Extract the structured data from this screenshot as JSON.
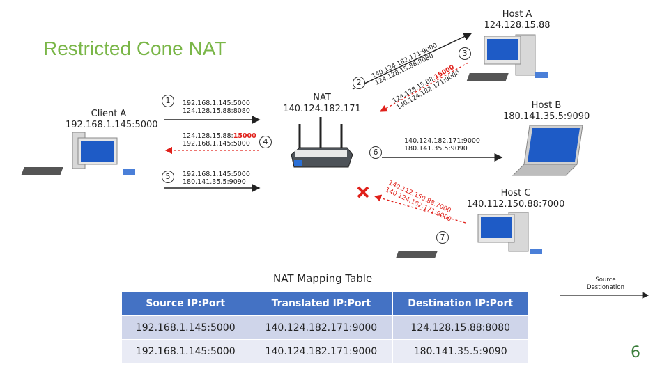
{
  "title": "Restricted Cone NAT",
  "nodes": {
    "client_a": {
      "name": "Client A",
      "addr": "192.168.1.145:5000"
    },
    "nat": {
      "name": "NAT",
      "addr": "140.124.182.171"
    },
    "host_a": {
      "name": "Host A",
      "addr": "124.128.15.88"
    },
    "host_b": {
      "name": "Host B",
      "addr": "180.141.35.5:9090"
    },
    "host_c": {
      "name": "Host C",
      "addr": "140.112.150.88:7000"
    }
  },
  "steps": {
    "s1": {
      "num": "1",
      "line1": "192.168.1.145:5000",
      "line2": "124.128.15.88:8080"
    },
    "s2": {
      "num": "2",
      "line1": "140.124.182.171:9000",
      "line2": "124.128.15.88:8080"
    },
    "s3": {
      "num": "3",
      "line1a": "124.128.15.88:",
      "line1b": "15000",
      "line2": "140.124.182.171:9000"
    },
    "s4": {
      "num": "4",
      "line1a": "124.128.15.88:",
      "line1b": "15000",
      "line2": "192.168.1.145:5000"
    },
    "s5": {
      "num": "5",
      "line1": "192.168.1.145:5000",
      "line2": "180.141.35.5:9090"
    },
    "s6": {
      "num": "6",
      "line1": "140.124.182.171:9000",
      "line2": "180.141.35.5:9090"
    },
    "s7": {
      "num": "7",
      "line1": "140.112.150.88:7000",
      "line2": "140.124.182.171:9000"
    }
  },
  "table": {
    "title": "NAT Mapping Table",
    "headers": [
      "Source IP:Port",
      "Translated IP:Port",
      "Destination IP:Port"
    ],
    "rows": [
      [
        "192.168.1.145:5000",
        "140.124.182.171:9000",
        "124.128.15.88:8080"
      ],
      [
        "192.168.1.145:5000",
        "140.124.182.171:9000",
        "180.141.35.5:9090"
      ]
    ]
  },
  "legend": {
    "line1": "Source",
    "line2": "Destionation"
  },
  "page_number": "6",
  "colors": {
    "title": "#7ab648",
    "header": "#4472c4",
    "row_dark": "#cfd5ea",
    "row_light": "#e9ebf5",
    "blocked": "#e0201a"
  }
}
